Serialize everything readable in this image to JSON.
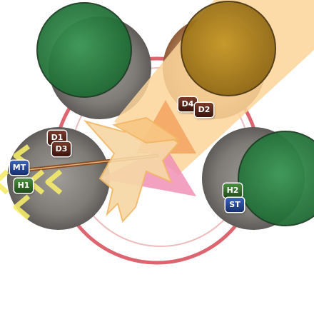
{
  "markers": [
    {
      "label": "D1",
      "role": "dps"
    },
    {
      "label": "D3",
      "role": "dps"
    },
    {
      "label": "D4",
      "role": "dps"
    },
    {
      "label": "D2",
      "role": "dps"
    },
    {
      "label": "MT",
      "role": "tank"
    },
    {
      "label": "H1",
      "role": "healer"
    },
    {
      "label": "H2",
      "role": "healer"
    },
    {
      "label": "ST",
      "role": "tank"
    }
  ],
  "colors": {
    "arena_ring": "#d9545f",
    "rock_platform": "#8a8784",
    "sand_platform": "#c08f62",
    "green_orb": "#2e8b4a",
    "amber_orb": "#b8871e",
    "cleave_cone": "#fcd59a",
    "orange_triangle": "#f3a25f",
    "pink_triangle": "#f090b6",
    "tether": "#8a4a1e",
    "yellow_chevrons": "#f5ec6a",
    "dps_badge": "#5a2418",
    "tank_badge": "#1f3e8a",
    "healer_badge": "#2f6a28"
  }
}
